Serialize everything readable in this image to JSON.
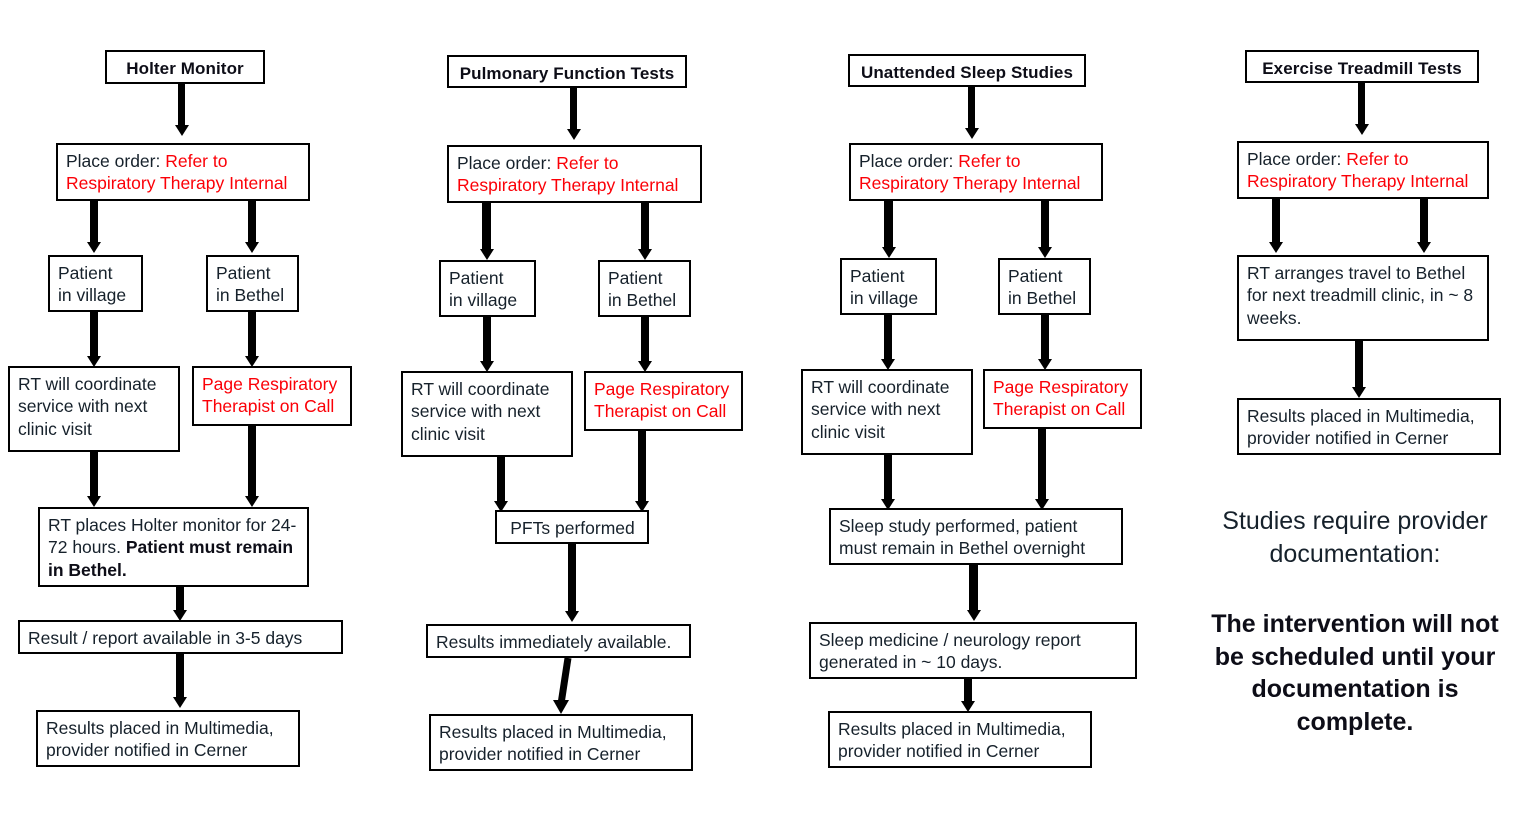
{
  "diagram": {
    "title_color": "#0d0d17",
    "accent_red": "#fb0007",
    "body_color": "#16212b"
  },
  "columns": [
    {
      "id": "holter-monitor",
      "title": "Holter Monitor",
      "order_prefix": "Place order: ",
      "order_red": "Refer to Respiratory Therapy Internal",
      "branch_village": "Patient\nin village",
      "branch_bethel": "Patient\nin Bethel",
      "village_action": "RT will coordinate service with next clinic visit",
      "bethel_action": "Page Respiratory Therapist on Call",
      "merge_plain": "RT places Holter monitor for 24-72 hours. ",
      "merge_bold": "Patient must remain in Bethel.",
      "report": "Result / report available in 3-5 days",
      "final": "Results placed in Multimedia, provider notified in Cerner"
    },
    {
      "id": "pulmonary-function-tests",
      "title": "Pulmonary Function Tests",
      "order_prefix": "Place order: ",
      "order_red": "Refer to Respiratory Therapy Internal",
      "branch_village": "Patient\nin village",
      "branch_bethel": "Patient\nin Bethel",
      "village_action": "RT will coordinate service with next clinic visit",
      "bethel_action": "Page Respiratory Therapist on Call",
      "merge": "PFTs performed",
      "report": "Results immediately available.",
      "final": "Results placed in Multimedia, provider notified in Cerner"
    },
    {
      "id": "unattended-sleep-studies",
      "title": "Unattended Sleep Studies",
      "order_prefix": "Place order: ",
      "order_red": "Refer to Respiratory Therapy Internal",
      "branch_village": "Patient\nin village",
      "branch_bethel": "Patient\nin Bethel",
      "village_action": "RT will coordinate service with next clinic visit",
      "bethel_action": "Page Respiratory Therapist on Call",
      "merge": "Sleep study performed, patient must remain in Bethel overnight",
      "report": "Sleep medicine / neurology report generated in ~ 10 days.",
      "final": "Results placed in Multimedia, provider notified in Cerner"
    },
    {
      "id": "exercise-treadmill-tests",
      "title": "Exercise Treadmill Tests",
      "order_prefix": "Place order: ",
      "order_red": "Refer to Respiratory Therapy Internal",
      "travel": "RT arranges travel to Bethel for next treadmill clinic, in ~ 8 weeks.",
      "final": "Results placed in Multimedia, provider notified in Cerner"
    }
  ],
  "notes": {
    "heading": "Studies require provider documentation:",
    "emphasis": "The intervention will not be scheduled until your documentation is complete."
  }
}
